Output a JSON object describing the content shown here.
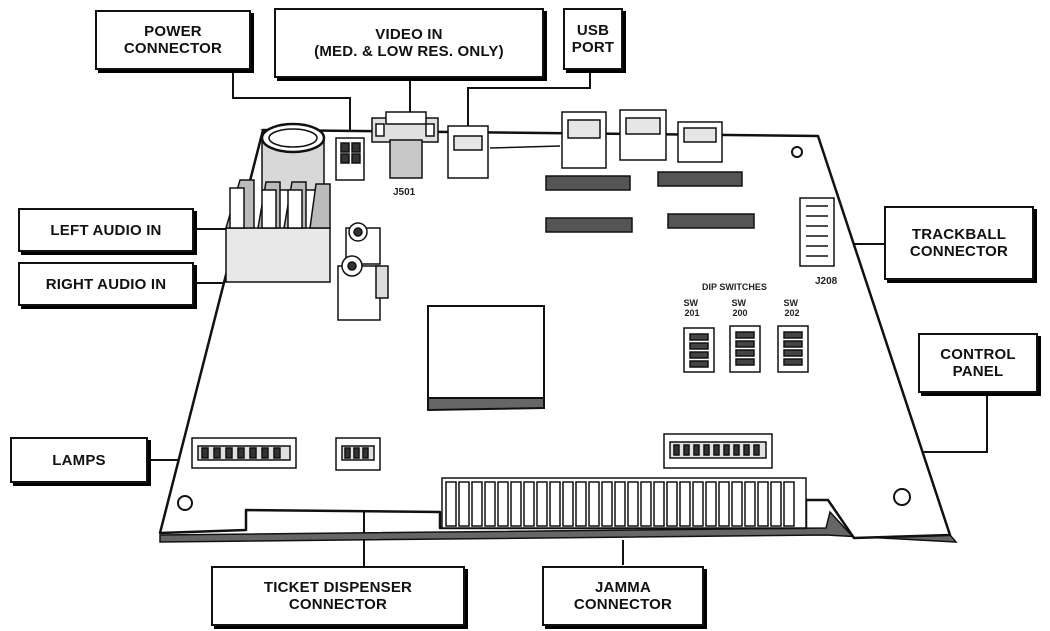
{
  "callouts": {
    "power": {
      "lines": [
        "POWER",
        "CONNECTOR"
      ]
    },
    "video": {
      "lines": [
        "VIDEO IN",
        "(MED. & LOW RES. ONLY)"
      ]
    },
    "usb": {
      "lines": [
        "USB",
        "PORT"
      ]
    },
    "left_audio": {
      "lines": [
        "LEFT AUDIO IN"
      ]
    },
    "right_audio": {
      "lines": [
        "RIGHT AUDIO IN"
      ]
    },
    "trackball": {
      "lines": [
        "TRACKBALL",
        "CONNECTOR"
      ]
    },
    "control_panel": {
      "lines": [
        "CONTROL",
        "PANEL"
      ]
    },
    "lamps": {
      "lines": [
        "LAMPS"
      ]
    },
    "ticket": {
      "lines": [
        "TICKET DISPENSER",
        "CONNECTOR"
      ]
    },
    "jamma": {
      "lines": [
        "JAMMA",
        "CONNECTOR"
      ]
    }
  },
  "board_labels": {
    "j501": "J501",
    "j208": "J208",
    "dip_title": "DIP  SWITCHES",
    "sw201": [
      "SW",
      "201"
    ],
    "sw200": [
      "SW",
      "200"
    ],
    "sw202": [
      "SW",
      "202"
    ]
  }
}
